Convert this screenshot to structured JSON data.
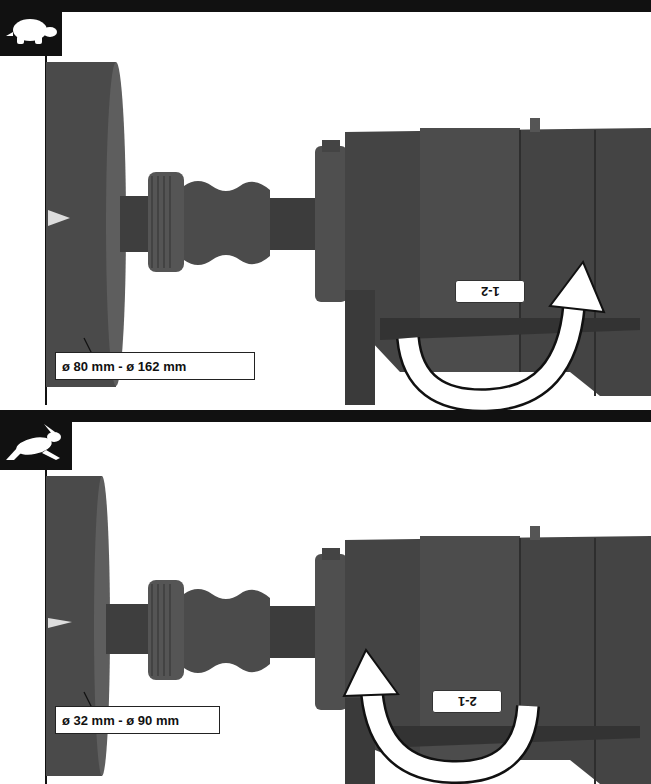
{
  "diagram": {
    "nodes": [
      {
        "text": [
          "1-2"
        ]
      },
      {
        "text": [
          "ø 80 mm - ø 162 mm"
        ]
      },
      {
        "text": [
          "2-1"
        ]
      },
      {
        "text": [
          "ø 32 mm - ø 90 mm"
        ]
      }
    ]
  }
}
